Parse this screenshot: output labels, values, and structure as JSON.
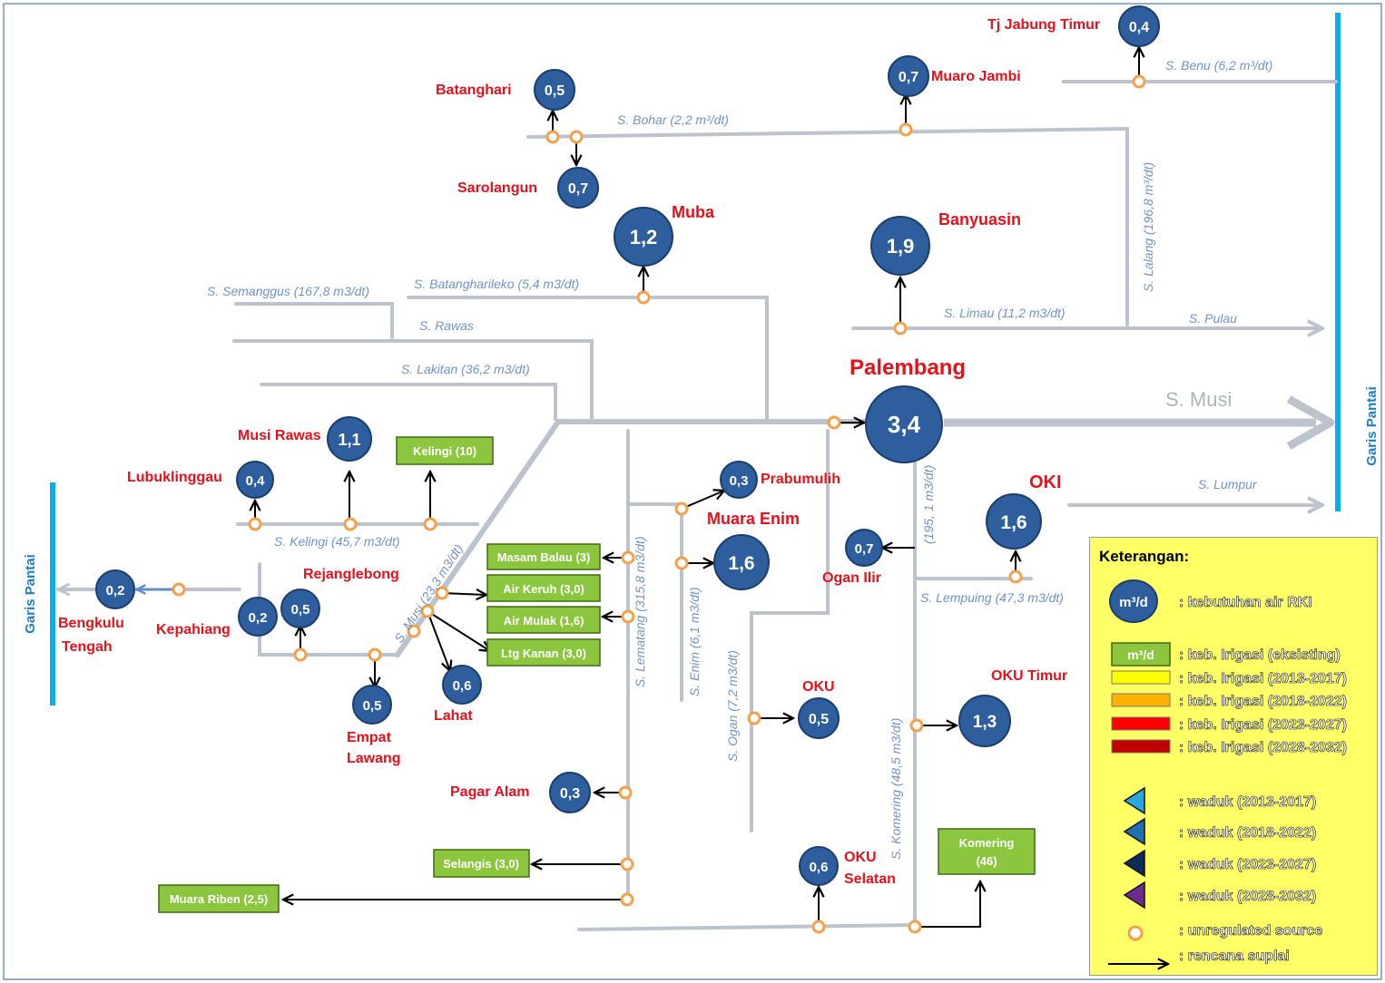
{
  "side_labels": {
    "left": "Garis Pantai",
    "right": "Garis Pantai"
  },
  "rivers": {
    "bohar": "S. Bohar (2,2 m³/dt)",
    "benu": "S. Benu (6,2 m³/dt)",
    "lalang": "S. Lalang (196,8 m³/dt)",
    "semanggus": "S. Semanggus (167,8 m3/dt)",
    "batangharileko": "S. Batangharileko (5,4 m3/dt)",
    "rawas": "S. Rawas",
    "lakitan": "S. Lakitan (36,2 m3/dt)",
    "limau": "S. Limau (11,2 m3/dt)",
    "pulau": "S. Pulau",
    "musi_main": "S. Musi",
    "lumpur": "S. Lumpur",
    "kelingi": "S. Kelingi (45,7 m3/dt)",
    "musi_upper": "S. Musi (23,3 m3/dt)",
    "lematang": "S. Lematang (315,8 m3/dt)",
    "enim": "S. Enim (6,1 m3/dt)",
    "ogan": "S. Ogan (7,2 m3/dt)",
    "komering": "S. Komering (48,5 m3/dt)",
    "ogan_lower": "(195, 1 m3/dt)",
    "lempuing": "S. Lempuing (47,3 m3/dt)"
  },
  "regions": {
    "tj_jabung_timur": {
      "name": "Tj Jabung Timur",
      "value": "0,4"
    },
    "muaro_jambi": {
      "name": "Muaro Jambi",
      "value": "0,7"
    },
    "batanghari": {
      "name": "Batanghari",
      "value": "0,5"
    },
    "sarolangun": {
      "name": "Sarolangun",
      "value": "0,7"
    },
    "muba": {
      "name": "Muba",
      "value": "1,2"
    },
    "banyuasin": {
      "name": "Banyuasin",
      "value": "1,9"
    },
    "palembang": {
      "name": "Palembang",
      "value": "3,4"
    },
    "musi_rawas": {
      "name": "Musi Rawas",
      "value": "1,1"
    },
    "lubuklinggau": {
      "name": "Lubuklinggau",
      "value": "0,4"
    },
    "prabumulih": {
      "name": "Prabumulih",
      "value": "0,3"
    },
    "muara_enim": {
      "name": "Muara Enim",
      "value": "1,6"
    },
    "oki": {
      "name": "OKI",
      "value": "1,6"
    },
    "ogan_ilir": {
      "name": "Ogan Ilir",
      "value": "0,7"
    },
    "bengkulu_tengah": {
      "name1": "Bengkulu",
      "name2": "Tengah",
      "value": "0,2"
    },
    "kepahiang": {
      "name": "Kepahiang",
      "value": "0,2"
    },
    "rejanglebong": {
      "name": "Rejanglebong",
      "value": "0,5"
    },
    "empat_lawang": {
      "name1": "Empat",
      "name2": "Lawang",
      "value": "0,5"
    },
    "lahat": {
      "name": "Lahat",
      "value": "0,6"
    },
    "oku": {
      "name": "OKU",
      "value": "0,5"
    },
    "oku_timur": {
      "name": "OKU Timur",
      "value": "1,3"
    },
    "pagar_alam": {
      "name": "Pagar Alam",
      "value": "0,3"
    },
    "oku_selatan": {
      "name1": "OKU",
      "name2": "Selatan",
      "value": "0,6"
    }
  },
  "irrigation": {
    "kelingi": "Kelingi (10)",
    "masam_balau": "Masam Balau  (3)",
    "air_keruh": "Air Keruh  (3,0)",
    "air_mulak": "Air Mulak (1,6)",
    "ltg_kanan": "Ltg Kanan (3,0)",
    "selangis": "Selangis  (3,0)",
    "muara_riben": "Muara Riben (2,5)",
    "komering_1": "Komering",
    "komering_2": "(46)"
  },
  "legend": {
    "title": "Keterangan:",
    "circle_symbol": "m³/d",
    "circle_desc": ": kebutuhan air RKI",
    "box_symbol": "m³/d",
    "irr_existing": ": keb. Irigasi (eksisting)",
    "irr_2013": ": keb. Irigasi (2013-2017)",
    "irr_2018": ": keb. Irigasi (2018-2022)",
    "irr_2023": ": keb. Irigasi (2023-2027)",
    "irr_2028": ": keb. Irigasi (2028-2032)",
    "waduk_2013": ": waduk (2013-2017)",
    "waduk_2018": ": waduk (2018-2022)",
    "waduk_2023": ": waduk (2023-2027)",
    "waduk_2028": ": waduk (2028-2032)",
    "unregulated": ": unregulated source",
    "supply": ": rencana suplai"
  },
  "colors": {
    "river": "#bcc3cc",
    "demand_circle": "#2e5e9e",
    "irrigation_box": "#8cc63f",
    "region_label": "#e8101a",
    "river_label": "#6f93c9",
    "coast": "#0aaef0",
    "unregulated": "#f5a04a",
    "legend_bg": "#ffff66",
    "irr_2013_color": "#ffff00",
    "irr_2018_color": "#ffb000",
    "irr_2023_color": "#ff0000",
    "irr_2028_color": "#c00000",
    "waduk_2013_color": "#29a8e0",
    "waduk_2018_color": "#1f6fb5",
    "waduk_2023_color": "#102a5c",
    "waduk_2028_color": "#6a2c91"
  }
}
